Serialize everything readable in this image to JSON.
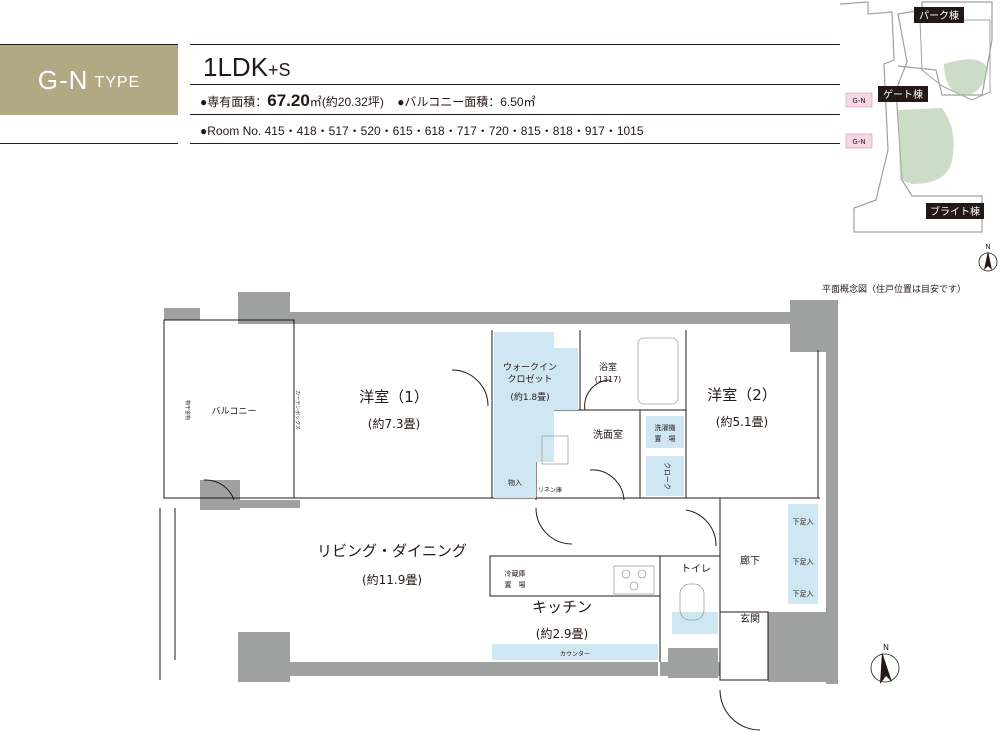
{
  "header": {
    "type_badge": {
      "main": "G-N",
      "suffix": "TYPE"
    },
    "plan_name": {
      "main": "1LDK",
      "suffix": "+S"
    },
    "area": {
      "label": "●専有面積：",
      "value": "67.20",
      "unit": "㎡",
      "tsubo": "(約20.32坪)",
      "balcony_label": "●バルコニー面積：",
      "balcony_value": "6.50㎡"
    },
    "rooms": "●Room No. 415・418・517・520・615・618・717・720・815・818・917・1015"
  },
  "keymap": {
    "buildings": [
      "パーク棟",
      "ゲート棟",
      "ブライト棟"
    ],
    "unit_tags": [
      "G-N",
      "G-N"
    ],
    "note": "平面概念図（住戸位置は目安です）",
    "north": "N"
  },
  "floorplan": {
    "rooms": {
      "western1": {
        "name": "洋室（1）",
        "size": "(約7.3畳)"
      },
      "western2": {
        "name": "洋室（2）",
        "size": "(約5.1畳)"
      },
      "living": {
        "name": "リビング・ダイニング",
        "size": "(約11.9畳)"
      },
      "kitchen": {
        "name": "キッチン",
        "size": "(約2.9畳)"
      },
      "walkin": {
        "line1": "ウォークイン",
        "line2": "クロゼット",
        "size": "(約1.8畳)"
      },
      "bath": {
        "name": "浴室",
        "size": "(1317)"
      },
      "washroom": "洗面室",
      "toilet": "トイレ",
      "hallway": "廊下",
      "entrance": "玄関",
      "balcony": "バルコニー"
    },
    "small_labels": {
      "storage": "物入",
      "linen": "リネン庫",
      "laundry1": "洗濯機",
      "laundry2": "置　場",
      "closet": "クローク",
      "fridge1": "冷蔵庫",
      "fridge2": "置　場",
      "counter": "カウンター",
      "shoe1": "下足入",
      "shoe2": "下足入",
      "shoe3": "下足入",
      "curtain_box": "カーテンボックス",
      "unit_box": "物干金物"
    },
    "north": "N"
  },
  "colors": {
    "badge": "#b3a884",
    "wall": "#9fa0a0",
    "storage": "#cfe6f3",
    "green": "#a8c7a2"
  }
}
